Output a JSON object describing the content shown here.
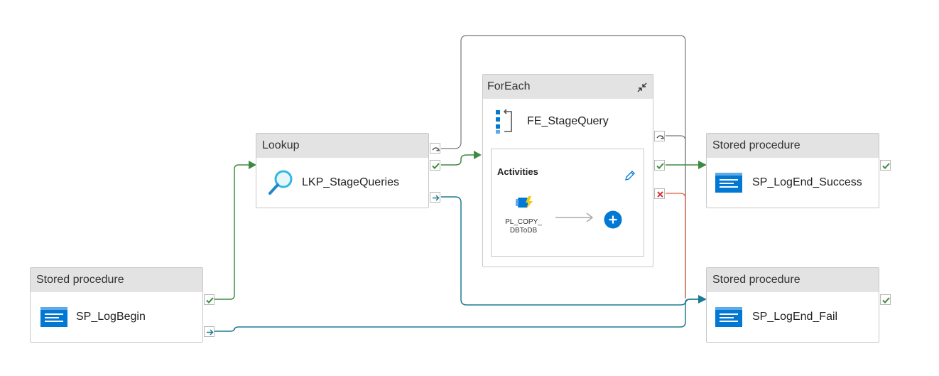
{
  "pipeline": {
    "sp_log_begin": {
      "type_label": "Stored procedure",
      "name": "SP_LogBegin"
    },
    "lookup": {
      "type_label": "Lookup",
      "name": "LKP_StageQueries"
    },
    "foreach": {
      "type_label": "ForEach",
      "name": "FE_StageQuery",
      "activities_label": "Activities",
      "inner_activity": {
        "name_line1": "PL_COPY_",
        "name_line2": "DBToDB"
      }
    },
    "sp_log_end_success": {
      "type_label": "Stored procedure",
      "name": "SP_LogEnd_Success"
    },
    "sp_log_end_fail": {
      "type_label": "Stored procedure",
      "name": "SP_LogEnd_Fail"
    }
  },
  "colors": {
    "success": "#3d8b40",
    "completion": "#1e7b94",
    "failure": "#e05c3c",
    "skipped": "#777777",
    "accent": "#0078d4",
    "header_bg": "#e3e3e3"
  },
  "icons": {
    "stored_procedure": "stored-procedure-icon",
    "lookup": "magnifier-icon",
    "foreach": "foreach-icon",
    "execute_pipeline": "execute-pipeline-icon",
    "add": "plus-icon",
    "edit": "pencil-icon",
    "collapse": "collapse-icon"
  }
}
